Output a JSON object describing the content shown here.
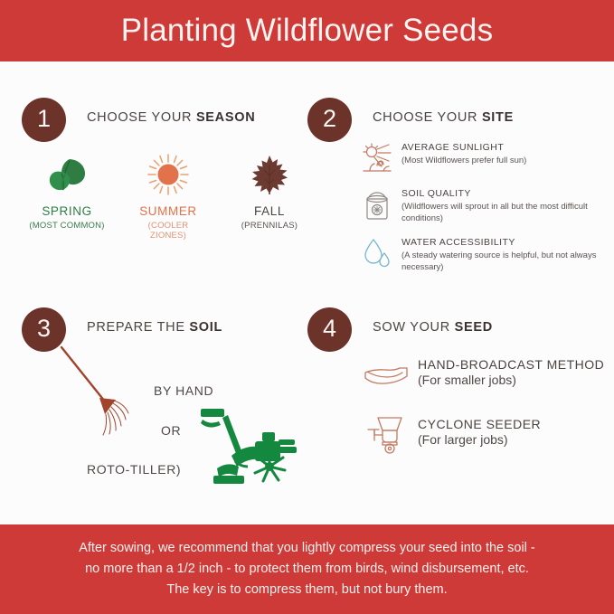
{
  "header": {
    "title": "Planting Wildflower Seeds"
  },
  "colors": {
    "banner_red": "#ce3a37",
    "badge_brown": "#6b332a",
    "spring_green": "#2f7d43",
    "summer_orange": "#e2724a",
    "fall_brown": "#4a4441",
    "terracotta": "#c07a62",
    "water_blue": "#76b6cf",
    "soil_gray": "#8d8784",
    "tiller_green": "#14883f",
    "rake_brown": "#a0452b",
    "background": "#fcfcfc"
  },
  "steps": [
    {
      "number": "1",
      "heading_prefix": "CHOOSE YOUR ",
      "heading_bold": "SEASON",
      "seasons": [
        {
          "icon": "leaves-icon",
          "name": "SPRING",
          "sub": "(MOST COMMON)"
        },
        {
          "icon": "sun-icon",
          "name": "SUMMER",
          "sub": "(COOLER ZIONES)"
        },
        {
          "icon": "maple-leaf-icon",
          "name": "FALL",
          "sub": "(PRENNILAS)"
        }
      ]
    },
    {
      "number": "2",
      "heading_prefix": "CHOOSE YOUR ",
      "heading_bold": "SITE",
      "items": [
        {
          "icon": "sun-plant-icon",
          "title": "AVERAGE SUNLIGHT",
          "desc": "(Most Wildflowers prefer full sun)"
        },
        {
          "icon": "soil-bag-icon",
          "title": "SOIL QUALITY",
          "desc": "(Wildflowers will sprout in all but the most difficult conditions)"
        },
        {
          "icon": "water-drops-icon",
          "title": "WATER ACCESSIBILITY",
          "desc": "(A steady watering source is helpful, but not always necessary)"
        }
      ]
    },
    {
      "number": "3",
      "heading_prefix": "PREPARE THE ",
      "heading_bold": "SOIL",
      "labels": {
        "by_hand": "BY HAND",
        "or": "OR",
        "roto_tiller": "ROTO-TILLER)"
      },
      "icons": [
        "rake-icon",
        "roto-tiller-icon"
      ]
    },
    {
      "number": "4",
      "heading_prefix": "SOW YOUR ",
      "heading_bold": "SEED",
      "items": [
        {
          "icon": "open-hand-icon",
          "title": "HAND-BROADCAST METHOD",
          "desc": "(For smaller jobs)"
        },
        {
          "icon": "cyclone-seeder-icon",
          "title": "CYCLONE SEEDER",
          "desc": "(For larger jobs)"
        }
      ]
    }
  ],
  "footer": {
    "lines": [
      "After sowing, we recommend that you lightly compress your seed into the soil -",
      "no more than a 1/2 inch - to protect them from birds, wind disbursement, etc.",
      "The key is to compress them, but not bury them."
    ]
  }
}
